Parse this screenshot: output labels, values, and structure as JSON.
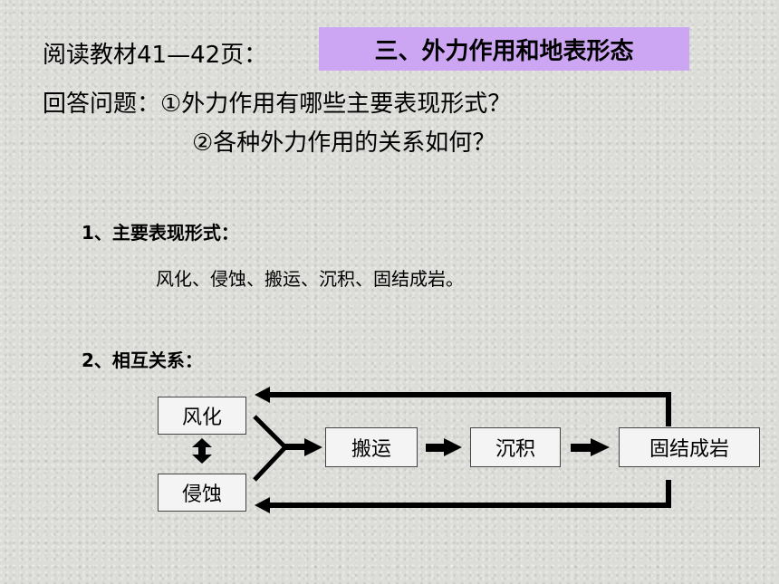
{
  "header": {
    "read_label": "阅读教材41—42页：",
    "section_title": "三、外力作用和地表形态"
  },
  "questions": {
    "line1": "回答问题：①外力作用有哪些主要表现形式？",
    "line2": "②各种外力作用的关系如何？"
  },
  "part1": {
    "heading": "1、主要表现形式：",
    "forms": "风化、侵蚀、搬运、沉积、固结成岩。"
  },
  "part2": {
    "heading": "2、相互关系："
  },
  "diagram": {
    "weathering": "风化",
    "erosion": "侵蚀",
    "transport": "搬运",
    "deposition": "沉积",
    "lithification": "固结成岩"
  },
  "colors": {
    "title_bg": "#cca6f2",
    "box_bg": "#f4f4f4"
  }
}
